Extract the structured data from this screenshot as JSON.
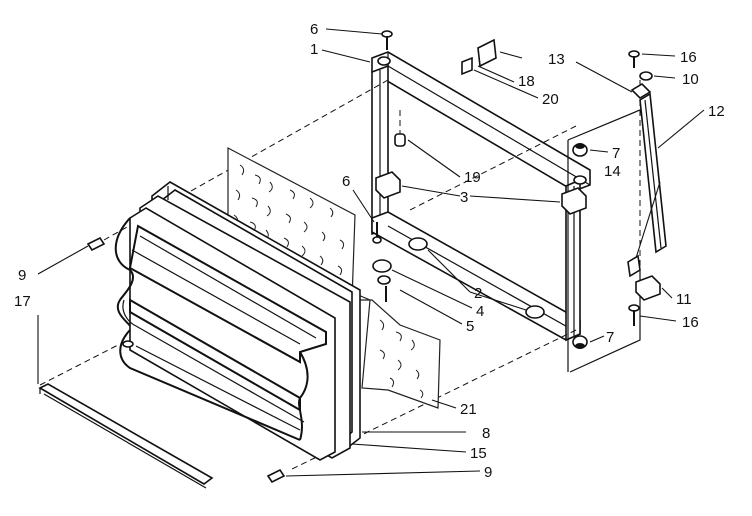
{
  "callouts": [
    {
      "id": "c6a",
      "text": "6"
    },
    {
      "id": "c1",
      "text": "1"
    },
    {
      "id": "c13",
      "text": "13"
    },
    {
      "id": "c16a",
      "text": "16"
    },
    {
      "id": "c18",
      "text": "18"
    },
    {
      "id": "c10",
      "text": "10"
    },
    {
      "id": "c20",
      "text": "20"
    },
    {
      "id": "c12",
      "text": "12"
    },
    {
      "id": "c7a",
      "text": "7"
    },
    {
      "id": "c19",
      "text": "19"
    },
    {
      "id": "c6b",
      "text": "6"
    },
    {
      "id": "c14",
      "text": "14"
    },
    {
      "id": "c3",
      "text": "3"
    },
    {
      "id": "c9a",
      "text": "9"
    },
    {
      "id": "c17",
      "text": "17"
    },
    {
      "id": "c2",
      "text": "2"
    },
    {
      "id": "c4",
      "text": "4"
    },
    {
      "id": "c11",
      "text": "11"
    },
    {
      "id": "c5",
      "text": "5"
    },
    {
      "id": "c16b",
      "text": "16"
    },
    {
      "id": "c7b",
      "text": "7"
    },
    {
      "id": "c21",
      "text": "21"
    },
    {
      "id": "c8",
      "text": "8"
    },
    {
      "id": "c15",
      "text": "15"
    },
    {
      "id": "c9b",
      "text": "9"
    }
  ]
}
